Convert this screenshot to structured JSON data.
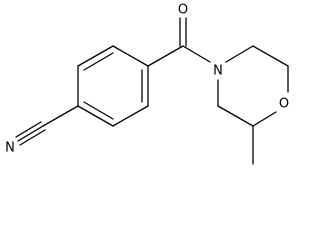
{
  "atoms": {
    "oxygen_carbonyl": "O",
    "nitrogen_ring": "N",
    "oxygen_ring": "O",
    "nitrogen_nitrile": "N"
  }
}
